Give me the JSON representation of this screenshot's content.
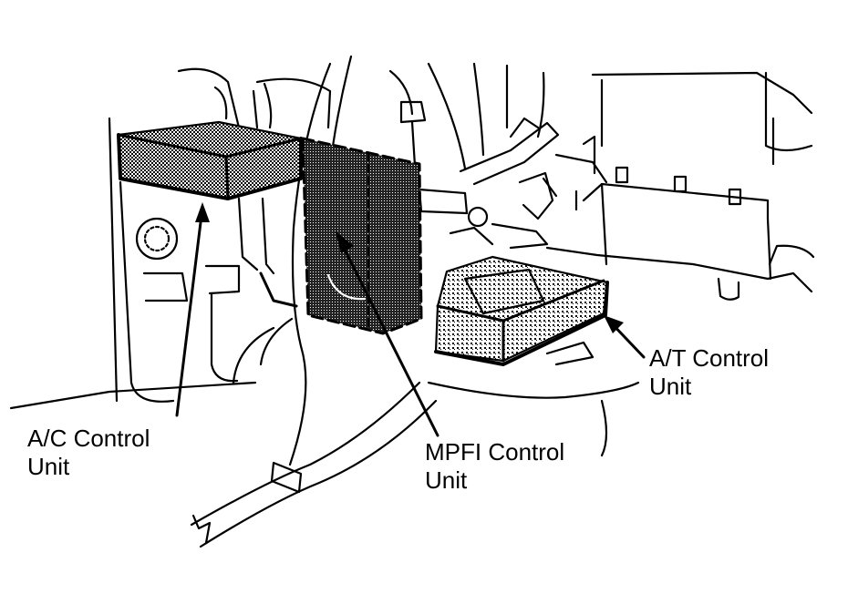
{
  "diagram": {
    "labels": {
      "ac_control_unit": {
        "line1": "A/C Control",
        "line2": "Unit"
      },
      "mpfi_control_unit": {
        "line1": "MPFI Control",
        "line2": "Unit"
      },
      "at_control_unit": {
        "line1": "A/T Control",
        "line2": "Unit"
      }
    },
    "colors": {
      "ink": "#000000",
      "paper": "#ffffff",
      "stipple": "#7a7a7a"
    }
  }
}
